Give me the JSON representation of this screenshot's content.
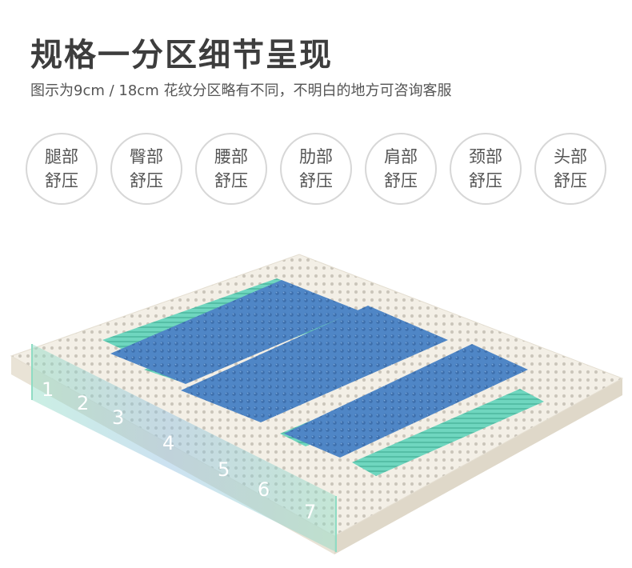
{
  "title": "规格一分区细节呈现",
  "subtitle": "图示为9cm / 18cm  花纹分区略有不同，不明白的地方可咨询客服",
  "zones": [
    {
      "line1": "腿部",
      "line2": "舒压"
    },
    {
      "line1": "臀部",
      "line2": "舒压"
    },
    {
      "line1": "腰部",
      "line2": "舒压"
    },
    {
      "line1": "肋部",
      "line2": "舒压"
    },
    {
      "line1": "肩部",
      "line2": "舒压"
    },
    {
      "line1": "颈部",
      "line2": "舒压"
    },
    {
      "line1": "头部",
      "line2": "舒压"
    }
  ],
  "zone_numbers": [
    "1",
    "2",
    "3",
    "4",
    "5",
    "6",
    "7"
  ],
  "colors": {
    "title": "#3d3d3d",
    "subtitle": "#555555",
    "circle_border": "#d7d7d7",
    "latex": "#f3efe6",
    "holes": "#cbc6bb",
    "blue_zone": "#4f86c6",
    "mint_zone": "#6fd6bf",
    "overlay_green": "#8fdcc4",
    "overlay_blue": "#8bbde0"
  },
  "image": {
    "subject": "latex-mattress-seven-zone-cutaway"
  }
}
